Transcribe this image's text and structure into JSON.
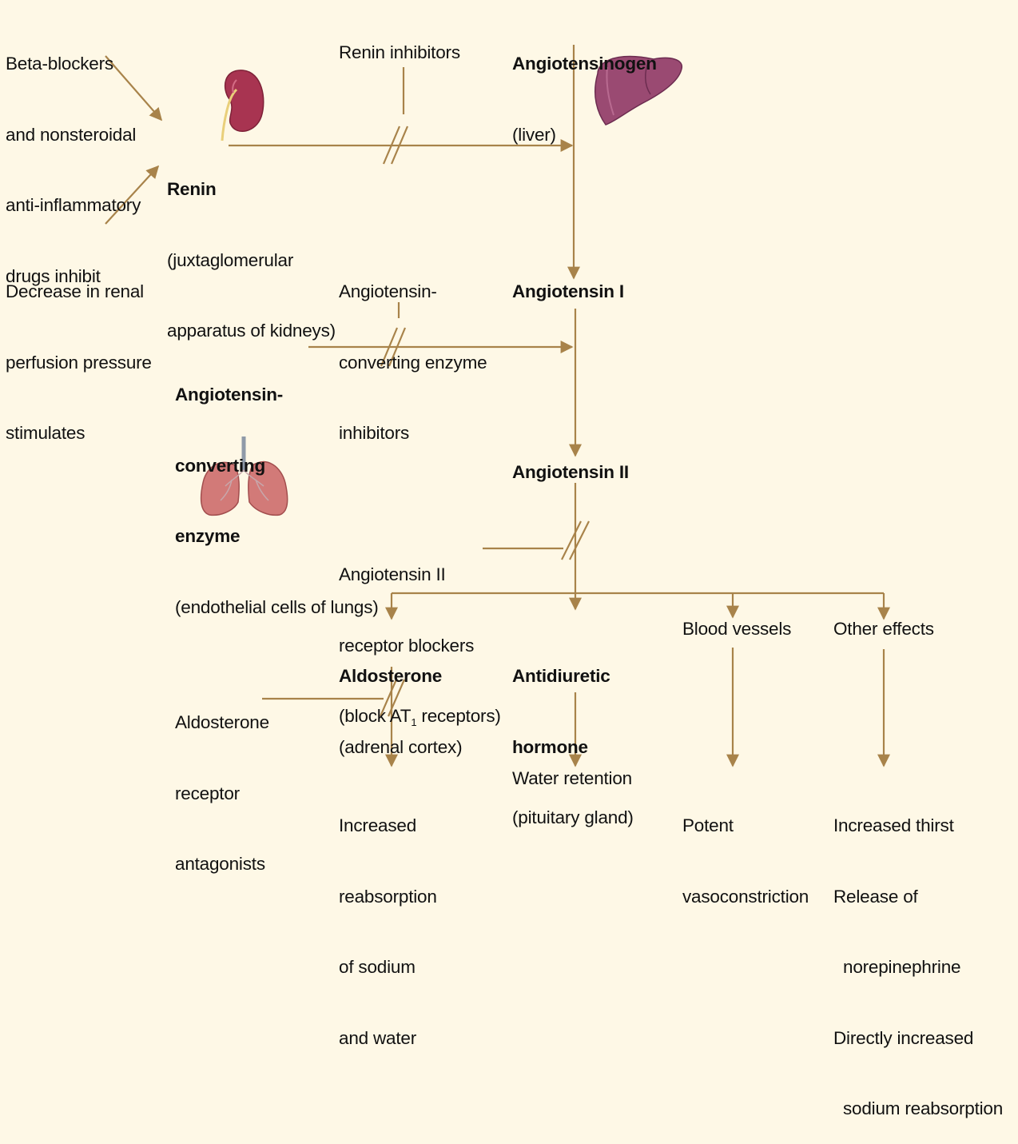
{
  "colors": {
    "background": "#fef8e6",
    "arrow": "#a8834a",
    "text": "#111111",
    "kidney": "#a83451",
    "liver": "#9a4a72",
    "lungs": "#d27a78"
  },
  "icons": {
    "kidney": "kidney-illustration",
    "liver": "liver-illustration",
    "lungs": "lungs-illustration"
  },
  "nodes": {
    "angiotensinogen": {
      "title": "Angiotensinogen",
      "source": "(liver)"
    },
    "renin": {
      "title": "Renin",
      "source_line1": "(juxtaglomerular",
      "source_line2": "apparatus of kidneys)"
    },
    "angiotensin_i": {
      "title": "Angiotensin I"
    },
    "ace": {
      "line1": "Angiotensin-",
      "line2": "converting",
      "line3": "enzyme",
      "source": "(endothelial cells of lungs)"
    },
    "angiotensin_ii": {
      "title": "Angiotensin II"
    },
    "aldosterone": {
      "title": "Aldosterone",
      "source": "(adrenal cortex)"
    },
    "adh": {
      "line1": "Antidiuretic",
      "line2": "hormone",
      "source": "(pituitary gland)"
    },
    "blood_vessels": {
      "title": "Blood vessels"
    },
    "other_effects": {
      "title": "Other effects"
    }
  },
  "modifiers": {
    "beta_blockers": [
      "Beta-blockers",
      "and nonsteroidal",
      "anti-inflammatory",
      "drugs inhibit"
    ],
    "decrease_perfusion": [
      "Decrease in renal",
      "perfusion pressure",
      "stimulates"
    ],
    "renin_inhibitors": "Renin inhibitors",
    "ace_inhibitors": [
      "Angiotensin-",
      "converting enzyme",
      "inhibitors"
    ],
    "arb": {
      "line1": "Angiotensin II",
      "line2": "receptor blockers",
      "line3_prefix": "(block AT",
      "line3_sub": "1",
      "line3_suffix": " receptors)"
    },
    "aldosterone_antagonists": [
      "Aldosterone",
      "receptor",
      "antagonists"
    ]
  },
  "outcomes": {
    "aldosterone": [
      "Increased",
      "reabsorption",
      "of sodium",
      "and water"
    ],
    "adh": "Water retention",
    "blood_vessels": [
      "Potent",
      "vasoconstriction"
    ],
    "other": [
      "Increased thirst",
      "Release of",
      "norepinephrine",
      "Directly increased",
      "sodium reabsorption"
    ]
  }
}
